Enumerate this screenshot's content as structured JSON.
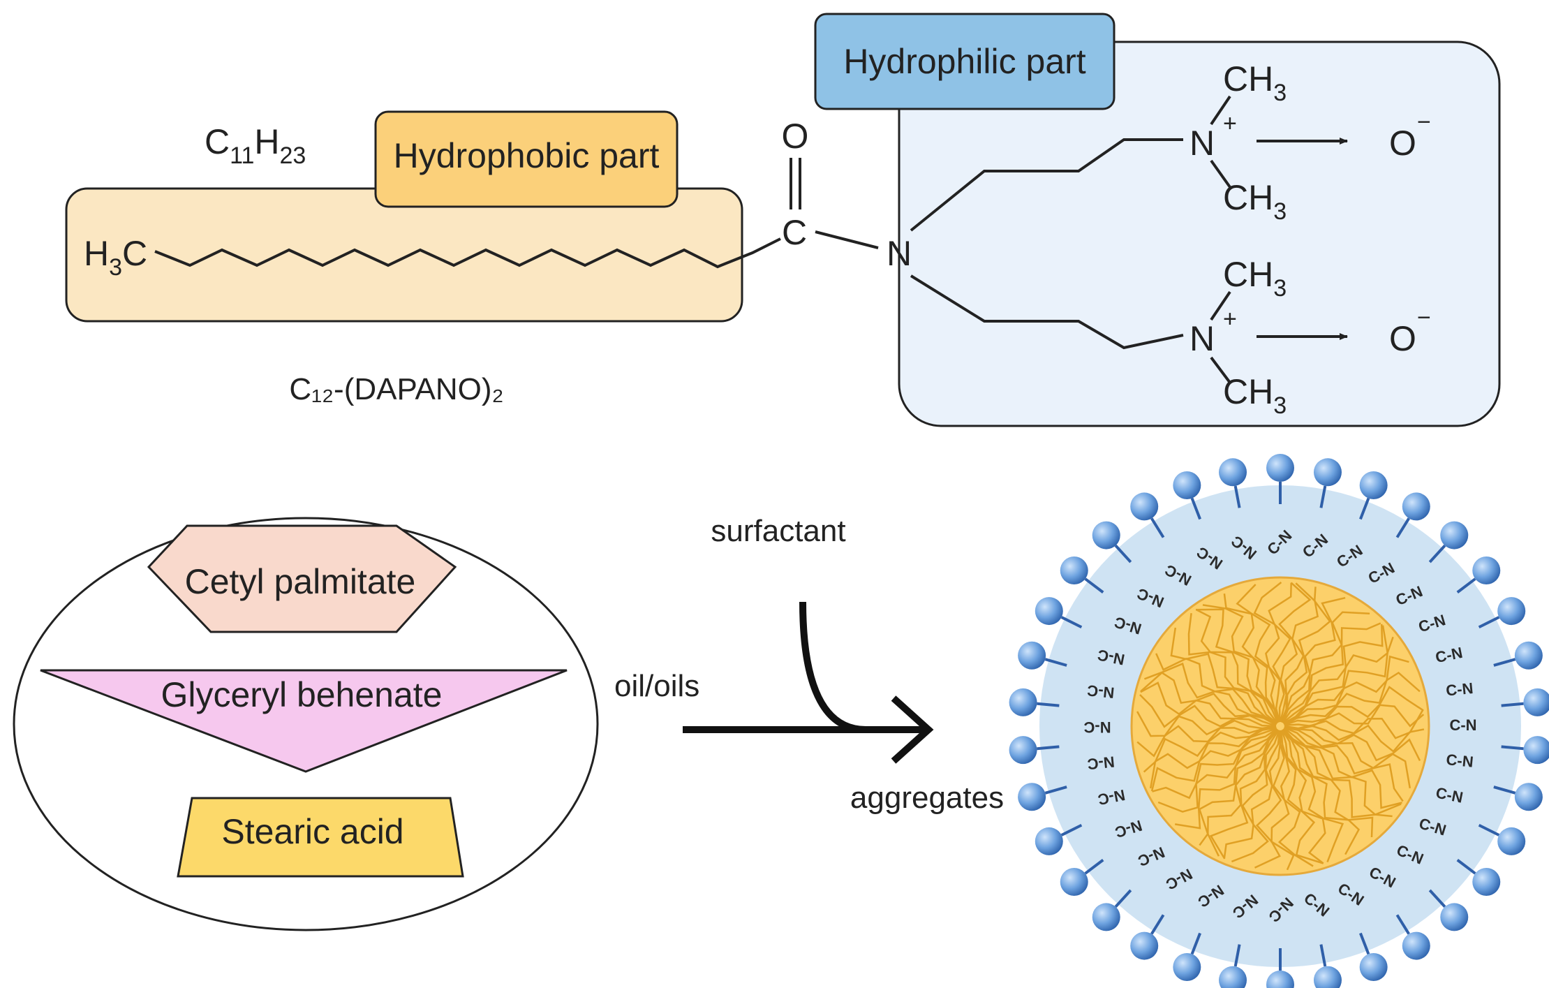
{
  "colors": {
    "hydrophobic_region": "#fbe7c2",
    "hydrophobic_tag": "#fbd07a",
    "hydrophilic_region": "#eaf2fb",
    "hydrophilic_tag": "#8fc2e6",
    "pentagon": "#f9d9cc",
    "triangle": "#f6c8ee",
    "trapezoid": "#fcd96a",
    "micelle_shell": "#cfe3f3",
    "micelle_core": "#fcd06a",
    "micelle_tails": "#e0a024",
    "head_group": "#5b95d8"
  },
  "molecule": {
    "name": "C₁₂-(DAPANO)₂",
    "alkyl": {
      "c": "C",
      "c_count": "11",
      "h": "H",
      "h_count": "23"
    },
    "terminal_methyl": {
      "h": "H",
      "h_count": "3",
      "c": "C"
    },
    "hydrophobic_label": "Hydrophobic part",
    "hydrophilic_label": "Hydrophilic part",
    "carbonyl_o": "O",
    "carbonyl_c": "C",
    "amide_n": "N",
    "top_branch": {
      "methyl_top": "CH",
      "methyl_top_sub": "3",
      "n": "N",
      "charge": "+",
      "methyl_bottom": "CH",
      "methyl_bottom_sub": "3",
      "oxide": "O",
      "oxide_charge": "−"
    },
    "bottom_branch": {
      "methyl_top": "CH",
      "methyl_top_sub": "3",
      "n": "N",
      "charge": "+",
      "methyl_bottom": "CH",
      "methyl_bottom_sub": "3",
      "oxide": "O",
      "oxide_charge": "−"
    }
  },
  "process": {
    "oils": [
      "Cetyl palmitate",
      "Glyceryl behenate",
      "Stearic acid"
    ],
    "oil_label": "oil/oils",
    "surfactant_label": "surfactant",
    "product_label": "aggregates"
  },
  "micelle": {
    "left_label": "N-C",
    "right_label": "C-N",
    "head_icon": "sphere-lollipop-head"
  }
}
